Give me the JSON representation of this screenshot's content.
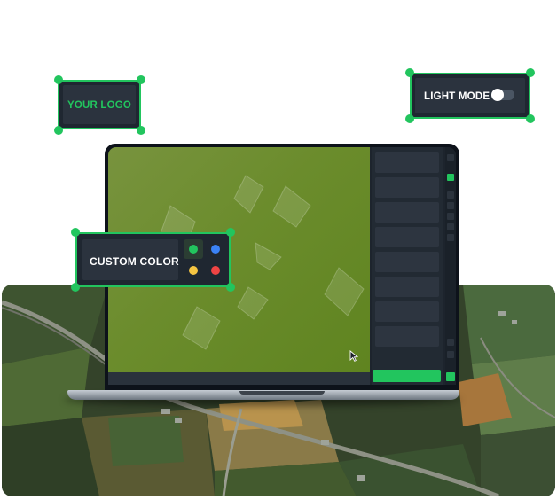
{
  "cards": {
    "logo_label": "YOUR LOGO",
    "light_mode_label": "LIGHT MODE",
    "custom_color_label": "CUSTOM COLOR"
  },
  "light_mode_toggle": {
    "on": false
  },
  "color_swatches": [
    {
      "name": "green",
      "color": "#22c55e",
      "selected": true
    },
    {
      "name": "blue",
      "color": "#3b82f6",
      "selected": false
    },
    {
      "name": "yellow",
      "color": "#f5c542",
      "selected": false
    },
    {
      "name": "red",
      "color": "#ef4444",
      "selected": false
    }
  ],
  "colors": {
    "accent": "#22c55e",
    "card_bg": "#1f2731",
    "map_green": "#6b8c2c"
  }
}
